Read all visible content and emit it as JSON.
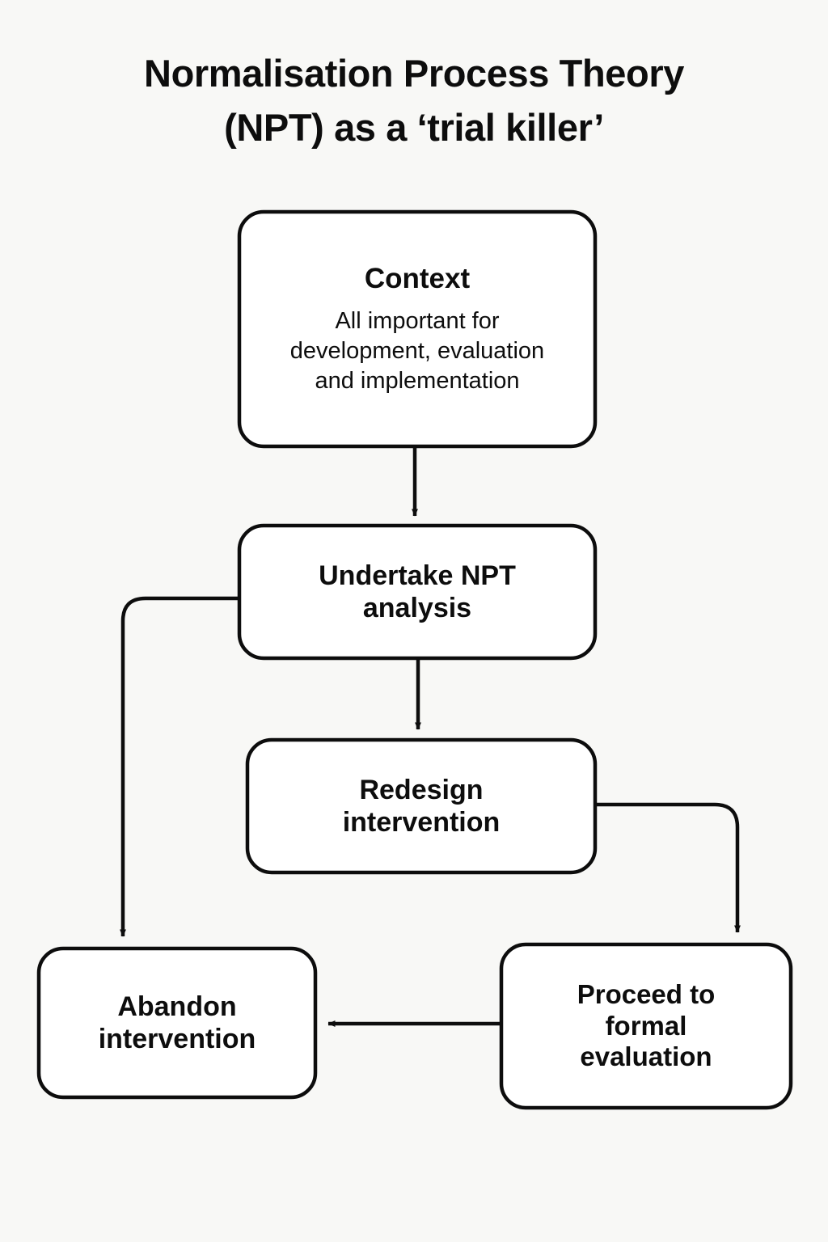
{
  "page": {
    "background_color": "#f8f8f6",
    "stroke_color": "#0d0d0d",
    "text_color": "#0d0d0d"
  },
  "title": "Normalisation Process Theory\n(NPT) as a ‘trial killer’",
  "diagram": {
    "type": "flowchart",
    "nodes": [
      {
        "id": "context",
        "title": "Context",
        "body": "All important for\ndevelopment, evaluation\nand implementation"
      },
      {
        "id": "npt",
        "title": "Undertake NPT\nanalysis",
        "body": ""
      },
      {
        "id": "redesign",
        "title": "Redesign\nintervention",
        "body": ""
      },
      {
        "id": "abandon",
        "title": "Abandon\nintervention",
        "body": ""
      },
      {
        "id": "proceed",
        "title": "Proceed to\nformal\nevaluation",
        "body": ""
      }
    ],
    "edges": [
      {
        "id": "context-to-npt",
        "from": "context",
        "to": "npt",
        "shape": "straight-down",
        "arrow": true
      },
      {
        "id": "npt-to-redesign",
        "from": "npt",
        "to": "redesign",
        "shape": "straight-down",
        "arrow": true
      },
      {
        "id": "npt-to-abandon",
        "from": "npt",
        "to": "abandon",
        "shape": "left-elbow-down",
        "arrow": true
      },
      {
        "id": "redesign-to-proceed",
        "from": "redesign",
        "to": "proceed",
        "shape": "right-elbow-down",
        "arrow": true
      },
      {
        "id": "proceed-to-abandon",
        "from": "proceed",
        "to": "abandon",
        "shape": "straight-left",
        "arrow": true
      }
    ]
  }
}
